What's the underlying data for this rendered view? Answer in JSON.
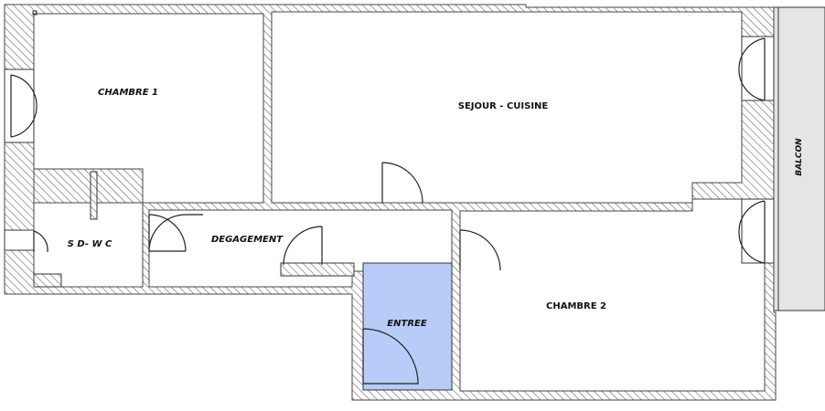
{
  "rooms": {
    "chambre1": "CHAMBRE 1",
    "sejour": "SEJOUR - CUISINE",
    "sdwc": "S D- W C",
    "degagement": "DEGAGEMENT",
    "entree": "ENTREE",
    "chambre2": "CHAMBRE 2",
    "balcon": "BALCON"
  },
  "colors": {
    "wall_line": "#444444",
    "hatch": "#666666",
    "entree_fill": "#b7cdf7",
    "balcon_fill": "#e5e5e5"
  }
}
